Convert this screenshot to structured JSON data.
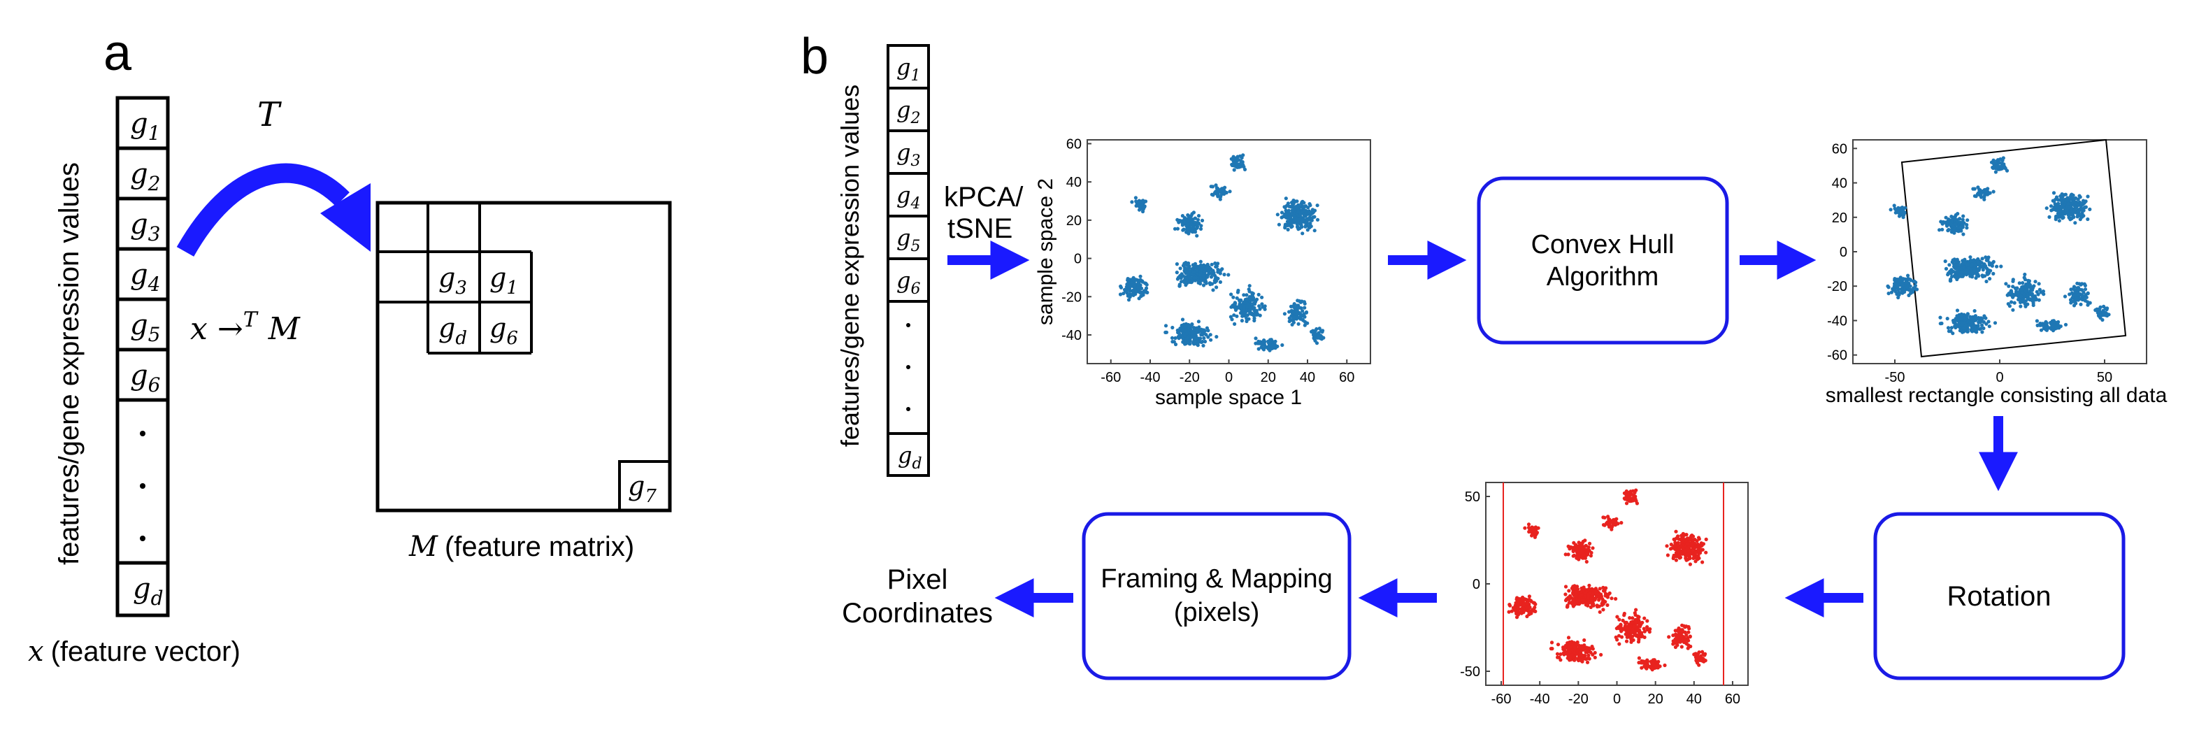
{
  "panel_a": {
    "label": "a",
    "vertical_axis_label": "features/gene expression values",
    "vector_cells": [
      "g",
      "g",
      "g",
      "g",
      "g",
      "g"
    ],
    "vector_subscripts": [
      "1",
      "2",
      "3",
      "4",
      "5",
      "6"
    ],
    "vector_last": {
      "base": "g",
      "sub": "d"
    },
    "vector_caption": {
      "var": "x",
      "text": "(feature vector)"
    },
    "transform_label": "T",
    "mapping_label": {
      "lhs": "x",
      "arrow": "→",
      "sup": "T",
      "rhs": "M"
    },
    "matrix_cells": [
      {
        "base": "g",
        "sub": "3"
      },
      {
        "base": "g",
        "sub": "1"
      },
      {
        "base": "g",
        "sub": "d"
      },
      {
        "base": "g",
        "sub": "6"
      },
      {
        "base": "g",
        "sub": "7"
      }
    ],
    "matrix_caption": {
      "var": "M",
      "text": "(feature matrix)"
    }
  },
  "panel_b": {
    "label": "b",
    "vertical_axis_label": "features/gene expression values",
    "vector_cells": [
      "1",
      "2",
      "3",
      "4",
      "5",
      "6"
    ],
    "vector_base": "g",
    "vector_last": {
      "base": "g",
      "sub": "d"
    },
    "method_label_line1": "kPCA/",
    "method_label_line2": "tSNE",
    "scatter1": {
      "xlabel": "sample space 1",
      "ylabel": "sample space 2",
      "xticks": [
        "-60",
        "-40",
        "-20",
        "0",
        "20",
        "40",
        "60"
      ],
      "yticks": [
        "60",
        "40",
        "20",
        "0",
        "-20",
        "-40"
      ],
      "color": "#1f77b4"
    },
    "convex_hull_line1": "Convex Hull",
    "convex_hull_line2": "Algorithm",
    "scatter2": {
      "xticks": [
        "-50",
        "0",
        "50"
      ],
      "yticks": [
        "60",
        "40",
        "20",
        "0",
        "-20",
        "-40",
        "-60"
      ],
      "caption": "smallest rectangle consisting all data",
      "color": "#1f77b4"
    },
    "rotation_label": "Rotation",
    "scatter3": {
      "xticks": [
        "-60",
        "-40",
        "-20",
        "0",
        "20",
        "40",
        "60"
      ],
      "yticks": [
        "50",
        "0",
        "-50"
      ],
      "color": "#e8231f"
    },
    "framing_line1": "Framing & Mapping",
    "framing_line2": "(pixels)",
    "pixel_line1": "Pixel",
    "pixel_line2": "Coordinates"
  },
  "colors": {
    "arrow": "#1a1aff",
    "box_border": "#1a1ae6",
    "blue_points": "#1f77b4",
    "red_points": "#e8231f"
  }
}
